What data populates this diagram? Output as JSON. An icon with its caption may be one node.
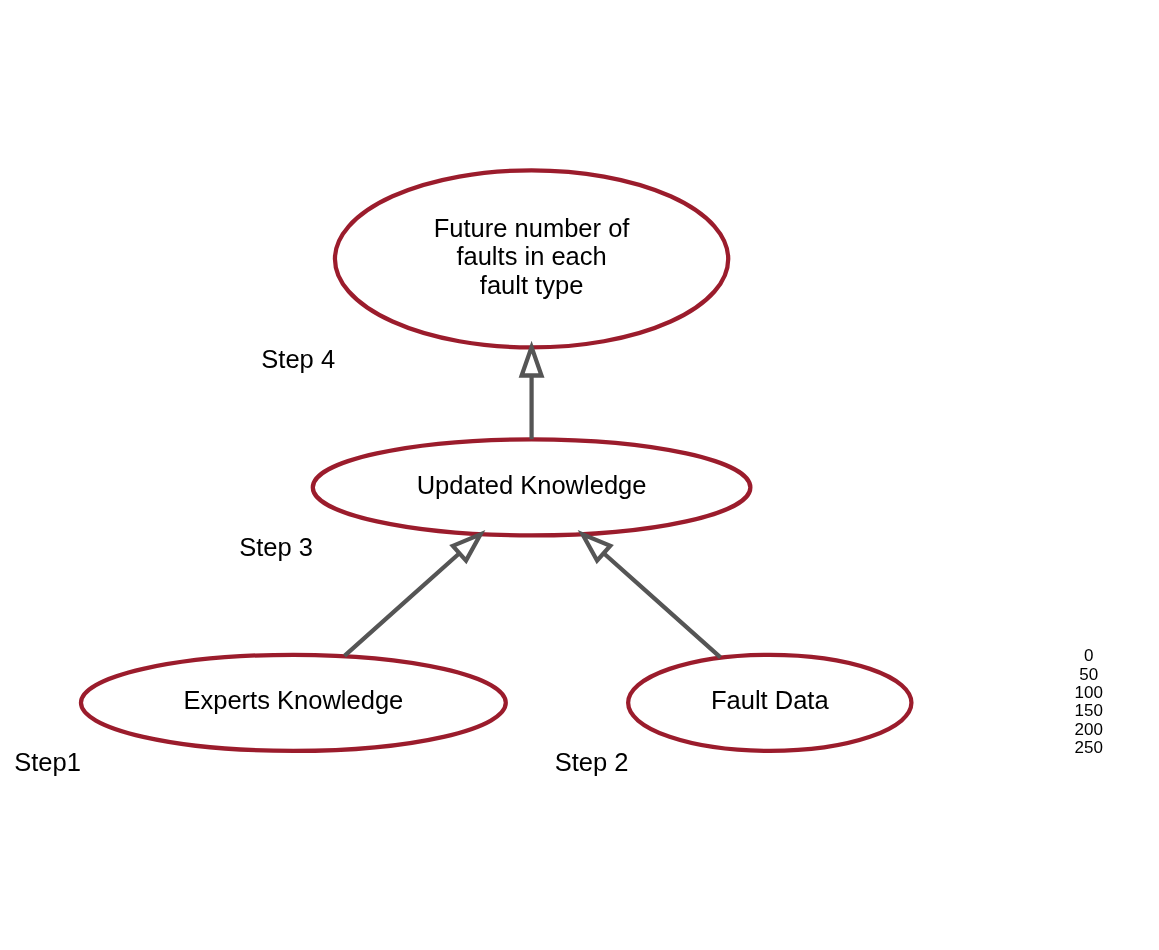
{
  "diagram": {
    "nodes": [
      {
        "text": [
          "Future number of faults in each fault type"
        ],
        "beside": [
          "Step 4"
        ]
      },
      {
        "text": [
          "Updated Knowledge"
        ],
        "beside": [
          "Step 3"
        ]
      },
      {
        "text": [
          "Experts Knowledge"
        ],
        "beside": [
          "Step1"
        ]
      },
      {
        "text": [
          "Fault Data"
        ],
        "beside": [
          "Step 2"
        ]
      }
    ],
    "edges": [
      {
        "from": 2,
        "to": 1,
        "arrow": "to"
      },
      {
        "from": 3,
        "to": 1,
        "arrow": "to"
      },
      {
        "from": 1,
        "to": 0,
        "arrow": "to"
      }
    ],
    "labels": [
      "0",
      "50",
      "100",
      "150",
      "200",
      "250"
    ]
  }
}
